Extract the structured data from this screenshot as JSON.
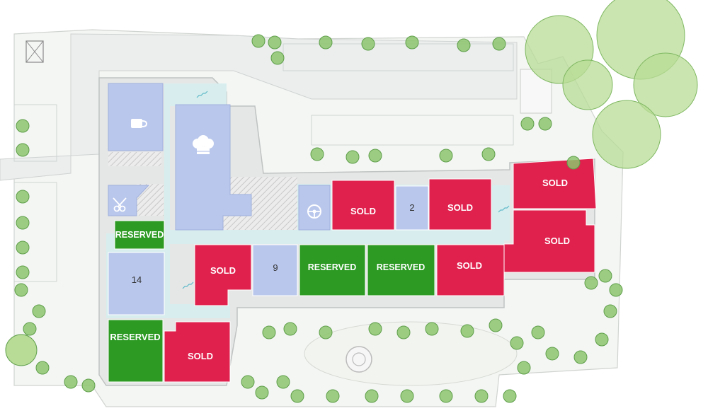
{
  "colors": {
    "sold": "#e0204d",
    "reserved": "#2c9a23",
    "available": "#b9c7ec",
    "amenity": "#b9c7ec",
    "corridor": "#d8eeee",
    "tree_light": "#b8dc96",
    "tree_mid": "#8cc46c",
    "tree_dark": "#5e9e4a",
    "paving": "#eef0ef",
    "lawn": "#f3f5f0"
  },
  "units": {
    "u_top_right_a": {
      "status": "sold",
      "label": "SOLD"
    },
    "u_top_right_b": {
      "status": "sold",
      "label": "SOLD"
    },
    "u_top_row_1": {
      "status": "sold",
      "label": "SOLD"
    },
    "u_top_row_2": {
      "status": "available",
      "label": "2"
    },
    "u_top_row_3": {
      "status": "sold",
      "label": "SOLD"
    },
    "u_mid_row_1": {
      "status": "sold",
      "label": "SOLD"
    },
    "u_mid_row_2": {
      "status": "available",
      "label": "9"
    },
    "u_mid_row_3": {
      "status": "reserved",
      "label": "RESERVED"
    },
    "u_mid_row_4": {
      "status": "reserved",
      "label": "RESERVED"
    },
    "u_mid_row_5": {
      "status": "sold",
      "label": "SOLD"
    },
    "u_left_reserved": {
      "status": "reserved",
      "label": "RESERVED"
    },
    "u_left_14": {
      "status": "available",
      "label": "14"
    },
    "u_bottom_reserved": {
      "status": "reserved",
      "label": "RESERVED"
    },
    "u_bottom_sold": {
      "status": "sold",
      "label": "SOLD"
    }
  },
  "amenities": {
    "cafe": {
      "icon": "coffee-cup-icon"
    },
    "kitchen": {
      "icon": "chef-hat-icon"
    },
    "salon": {
      "icon": "scissors-icon"
    },
    "lift": {
      "icon": "steering-wheel-icon"
    },
    "stairs": {
      "icon": "stairs-icon"
    }
  }
}
